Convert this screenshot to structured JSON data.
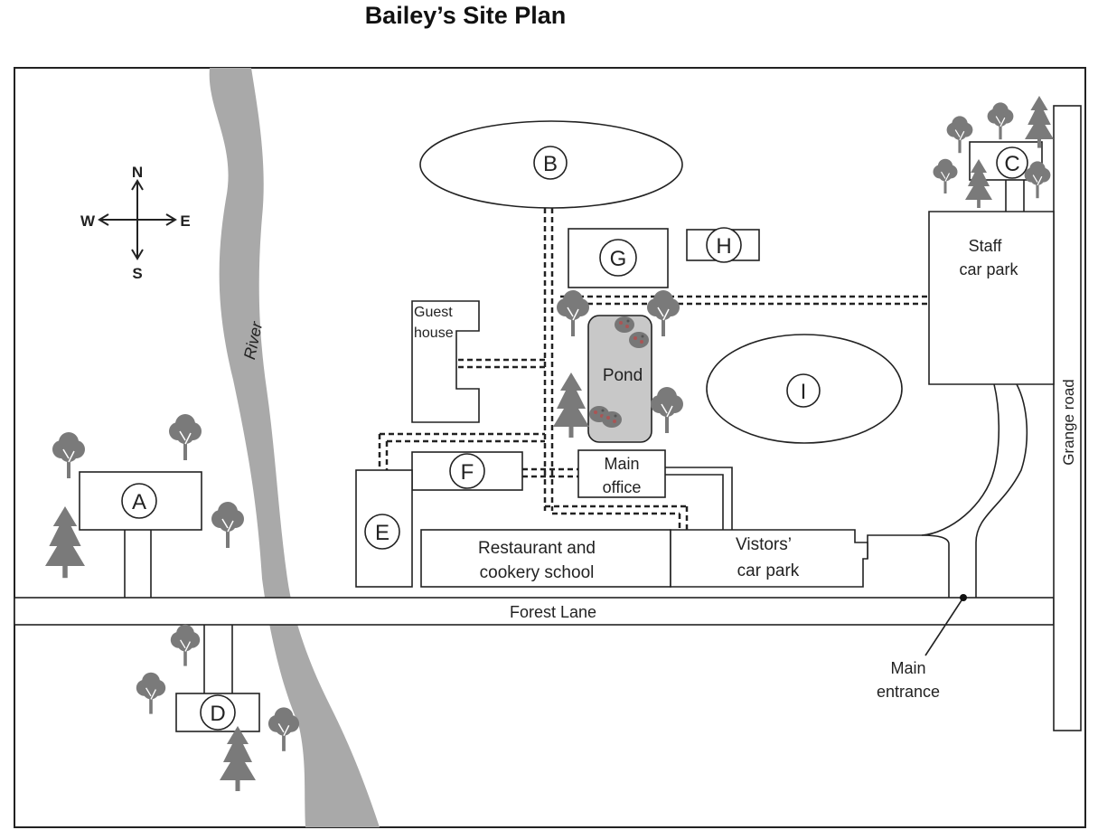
{
  "title": "Bailey’s Site Plan",
  "compass": {
    "north": "N",
    "south": "S",
    "east": "E",
    "west": "W"
  },
  "river_label": "River",
  "roads": {
    "forest_lane": "Forest Lane",
    "grange_road": "Grange road"
  },
  "markers": {
    "a": "A",
    "b": "B",
    "c": "C",
    "d": "D",
    "e": "E",
    "f": "F",
    "g": "G",
    "h": "H",
    "i": "I"
  },
  "buildings": {
    "guest_house": [
      "Guest",
      "house"
    ],
    "pond": "Pond",
    "main_office": [
      "Main",
      "office"
    ],
    "restaurant": [
      "Restaurant and",
      "cookery school"
    ],
    "visitors_car_park": [
      "Vistors’",
      "car park"
    ],
    "staff_car_park": [
      "Staff",
      "car park"
    ]
  },
  "main_entrance": [
    "Main",
    "entrance"
  ],
  "colors": {
    "river": "#a9a9a9",
    "tree": "#7a7a7a",
    "pond": "#c8c8c8",
    "line": "#222222"
  },
  "icons": [
    "compass-rose-icon",
    "deciduous-tree-icon",
    "pine-tree-icon",
    "rock-icon"
  ]
}
